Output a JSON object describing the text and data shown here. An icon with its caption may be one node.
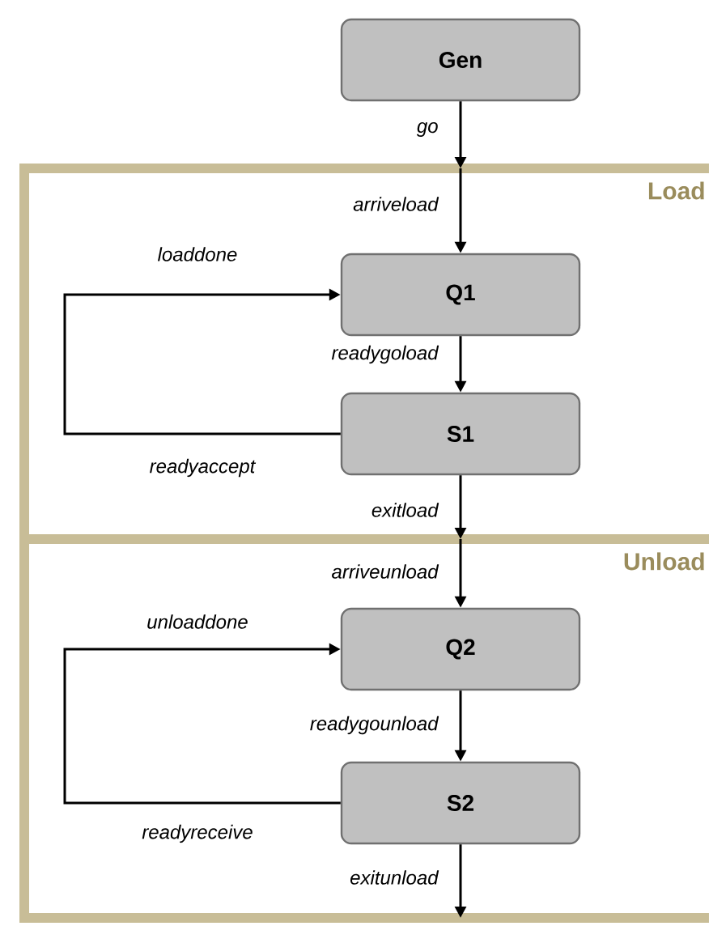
{
  "diagram": {
    "nodes": [
      {
        "text": [
          "Gen"
        ]
      },
      {
        "text": [
          "Load"
        ]
      },
      {
        "text": [
          "Q1"
        ],
        "in": 1
      },
      {
        "text": [
          "S1"
        ],
        "in": 1
      },
      {
        "text": [
          "Unload"
        ]
      },
      {
        "text": [
          "Q2"
        ],
        "in": 4
      },
      {
        "text": [
          "S2"
        ],
        "in": 4
      }
    ],
    "edges": [
      {
        "from": 0,
        "to": 1,
        "arrow": "to",
        "label": "go"
      },
      {
        "from": 1,
        "to": 2,
        "arrow": "to",
        "label": "arriveload"
      },
      {
        "from": 2,
        "to": 3,
        "arrow": "to",
        "label": "readygoload"
      },
      {
        "from": 3,
        "to": 2,
        "arrow": "to",
        "label": "readyaccept"
      },
      {
        "from": 3,
        "to": 1,
        "arrow": "to",
        "label": "exitload"
      },
      {
        "from": 4,
        "to": 5,
        "arrow": "to",
        "label": "arriveunload"
      },
      {
        "from": 5,
        "to": 6,
        "arrow": "to",
        "label": "readygounload"
      },
      {
        "from": 6,
        "to": 5,
        "arrow": "to",
        "label": "readyreceive"
      },
      {
        "from": 6,
        "to": 4,
        "arrow": "to",
        "label": "exitunload"
      }
    ],
    "labels": [
      "loaddone",
      "unloaddone"
    ]
  }
}
